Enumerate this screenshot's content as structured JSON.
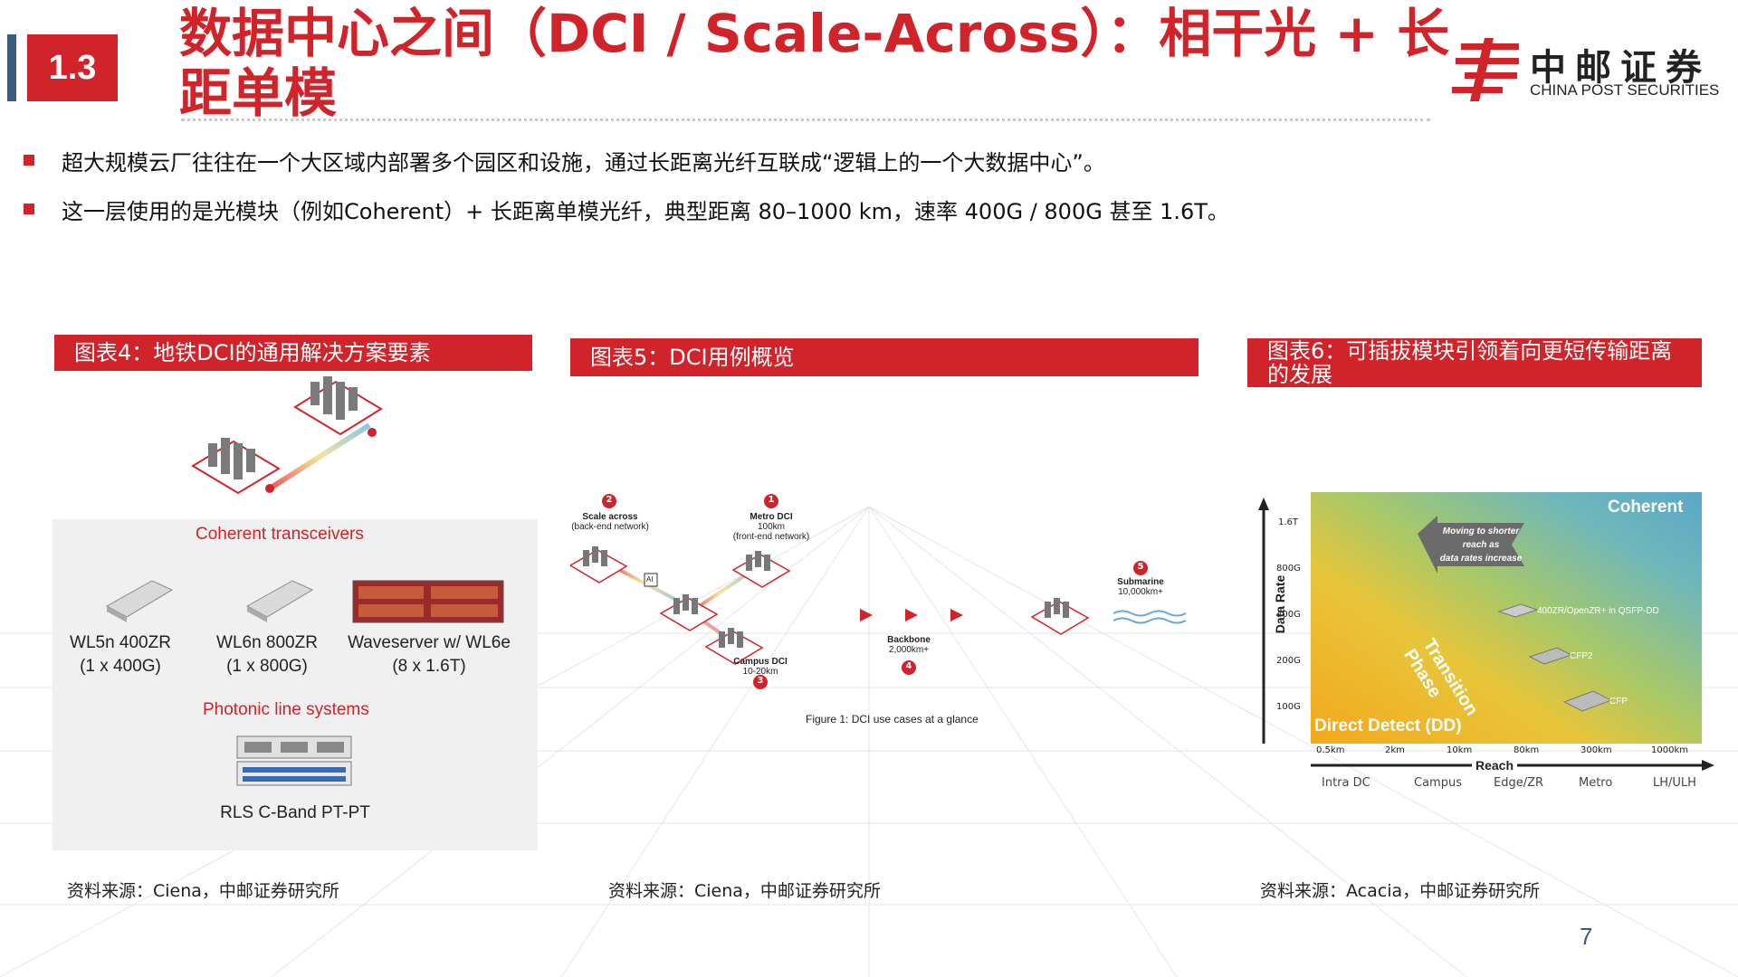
{
  "section_number": "1.3",
  "title": "数据中心之间（DCI / Scale-Across）：相干光 + 长距单模",
  "logo": {
    "cn": "中邮证券",
    "en": "CHINA POST SECURITIES",
    "brand_color": "#d0232a"
  },
  "bullets": [
    "超大规模云厂往往在一个大区域内部署多个园区和设施，通过长距离光纤互联成“逻辑上的一个大数据中心”。",
    "这一层使用的是光模块（例如Coherent）+ 长距离单模光纤，典型距离 80–1000 km，速率 400G / 800G 甚至 1.6T。"
  ],
  "figure4": {
    "header": "图表4：地铁DCI的通用解决方案要素",
    "coherent_label": "Coherent transceivers",
    "products": [
      {
        "name": "WL5n 400ZR",
        "spec": "(1 x 400G)"
      },
      {
        "name": "WL6n 800ZR",
        "spec": "(1 x 800G)"
      },
      {
        "name": "Waveserver w/ WL6e",
        "spec": "(8 x 1.6T)"
      }
    ],
    "photonic_label": "Photonic line systems",
    "rls_label": "RLS C-Band PT-PT",
    "source": "资料来源：Ciena，中邮证券研究所"
  },
  "figure5": {
    "header": "图表5：DCI用例概览",
    "nodes": [
      {
        "num": "1",
        "name": "Metro DCI",
        "dist": "100km",
        "note": "(front-end network)"
      },
      {
        "num": "2",
        "name": "Scale across",
        "note": "(back-end network)"
      },
      {
        "num": "3",
        "name": "Campus DCI",
        "dist": "10-20km"
      },
      {
        "num": "4",
        "name": "Backbone",
        "dist": "2,000km+"
      },
      {
        "num": "5",
        "name": "Submarine",
        "dist": "10,000km+"
      }
    ],
    "ai_tag": "AI",
    "caption": "Figure 1: DCI use cases at a glance",
    "source": "资料来源：Ciena，中邮证券研究所"
  },
  "figure6": {
    "header_line1": "图表6：可插拔模块引领着向更短传输距离",
    "header_line2": "的发展",
    "y_axis_label": "Data Rate",
    "y_ticks": [
      "1.6T",
      "800G",
      "400G",
      "200G",
      "100G"
    ],
    "x_axis_label": "Reach",
    "x_ticks": [
      "0.5km",
      "2km",
      "10km",
      "80km",
      "300km",
      "1000km"
    ],
    "x_segments": [
      "Intra DC",
      "Campus",
      "Edge/ZR",
      "Metro",
      "LH/ULH"
    ],
    "coherent": "Coherent",
    "direct_detect": "Direct Detect (DD)",
    "transition_line1": "Transition",
    "transition_line2": "Phase",
    "arrow_text": [
      "Moving to shorter",
      "reach as",
      "data rates increase"
    ],
    "modules": [
      "400ZR/OpenZR+ in QSFP-DD",
      "CFP2",
      "CFP"
    ],
    "source": "资料来源：Acacia，中邮证券研究所"
  },
  "page_number": "7",
  "colors": {
    "accent_red": "#d0232a",
    "navy": "#3d5a80"
  }
}
